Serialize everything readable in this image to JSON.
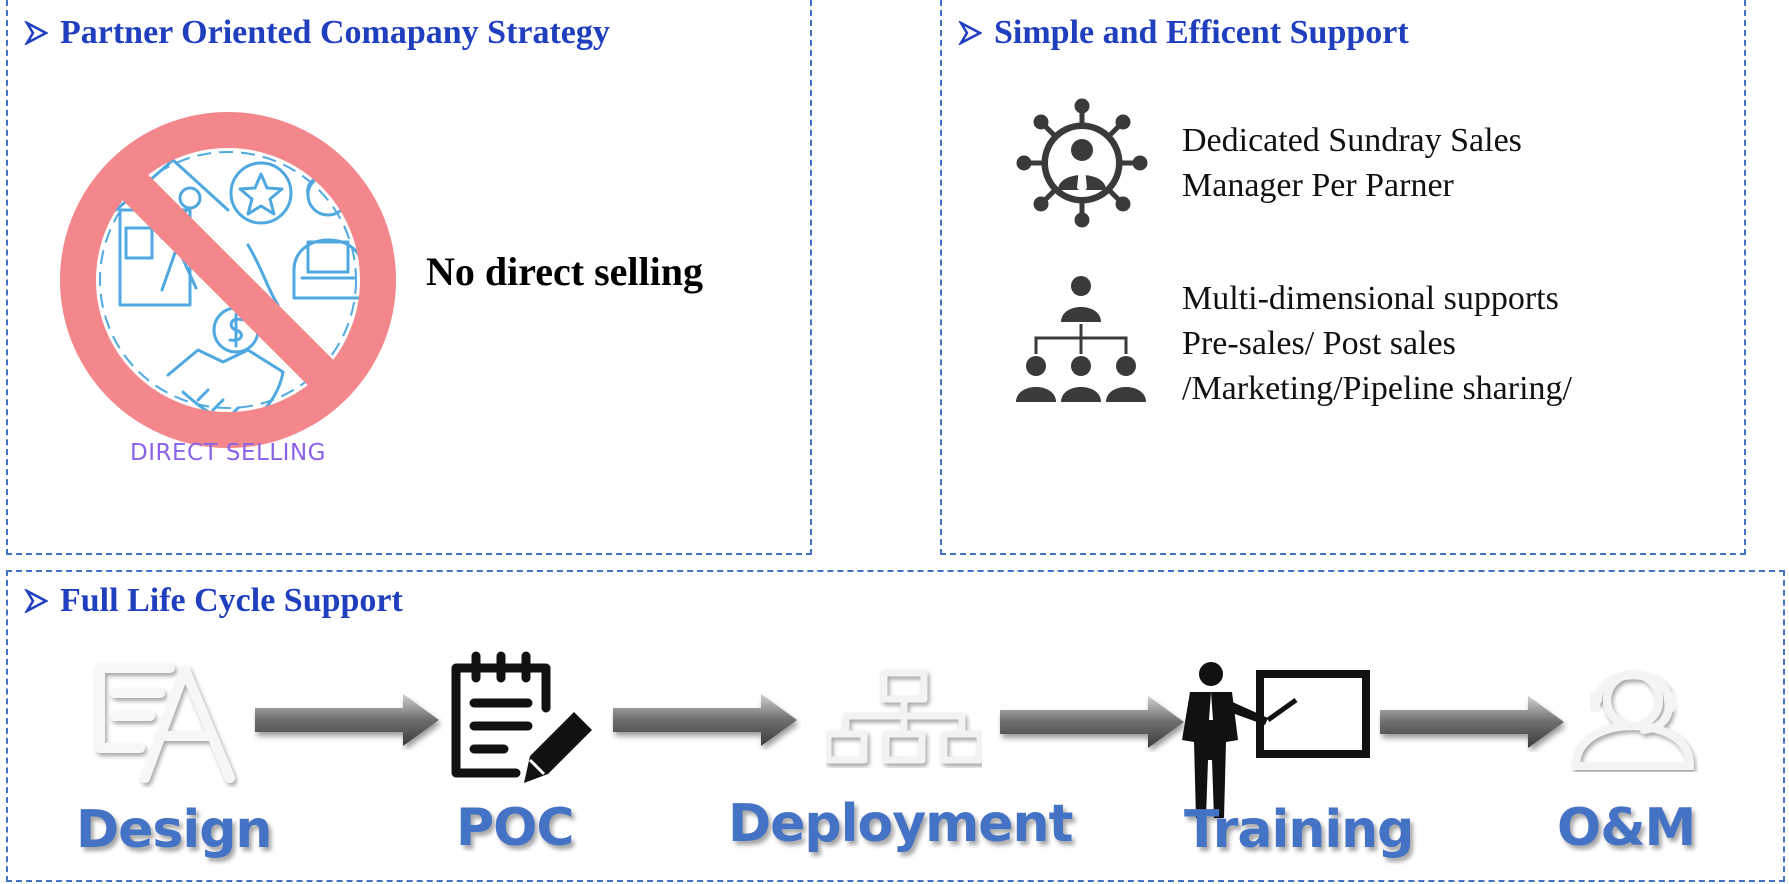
{
  "panels": {
    "strategy": {
      "title": "Partner Oriented Comapany Strategy",
      "graphic_caption": "DIRECT SELLING",
      "statement": "No direct selling"
    },
    "support": {
      "title": "Simple and Efficent Support",
      "items": [
        {
          "icon": "network-person-icon",
          "lines": [
            "Dedicated Sundray Sales",
            "Manager Per Parner"
          ]
        },
        {
          "icon": "org-chart-icon",
          "lines": [
            "Multi-dimensional supports",
            "Pre-sales/ Post sales",
            "/Marketing/Pipeline sharing/"
          ]
        }
      ]
    },
    "lifecycle": {
      "title": "Full Life Cycle Support",
      "stages": [
        {
          "label": "Design",
          "icon": "design-pen-icon"
        },
        {
          "label": "POC",
          "icon": "clipboard-pencil-icon"
        },
        {
          "label": "Deployment",
          "icon": "hierarchy-icon"
        },
        {
          "label": "Training",
          "icon": "trainer-board-icon"
        },
        {
          "label": "O&M",
          "icon": "headset-support-icon"
        }
      ]
    }
  },
  "colors": {
    "title_blue": "#1f3fbf",
    "border_blue": "#4472c4",
    "stage_label_blue": "#4472c4",
    "prohibit_red": "#f4878c",
    "line_art_blue": "#4fa9e0",
    "caption_purple": "#8b63e8"
  }
}
